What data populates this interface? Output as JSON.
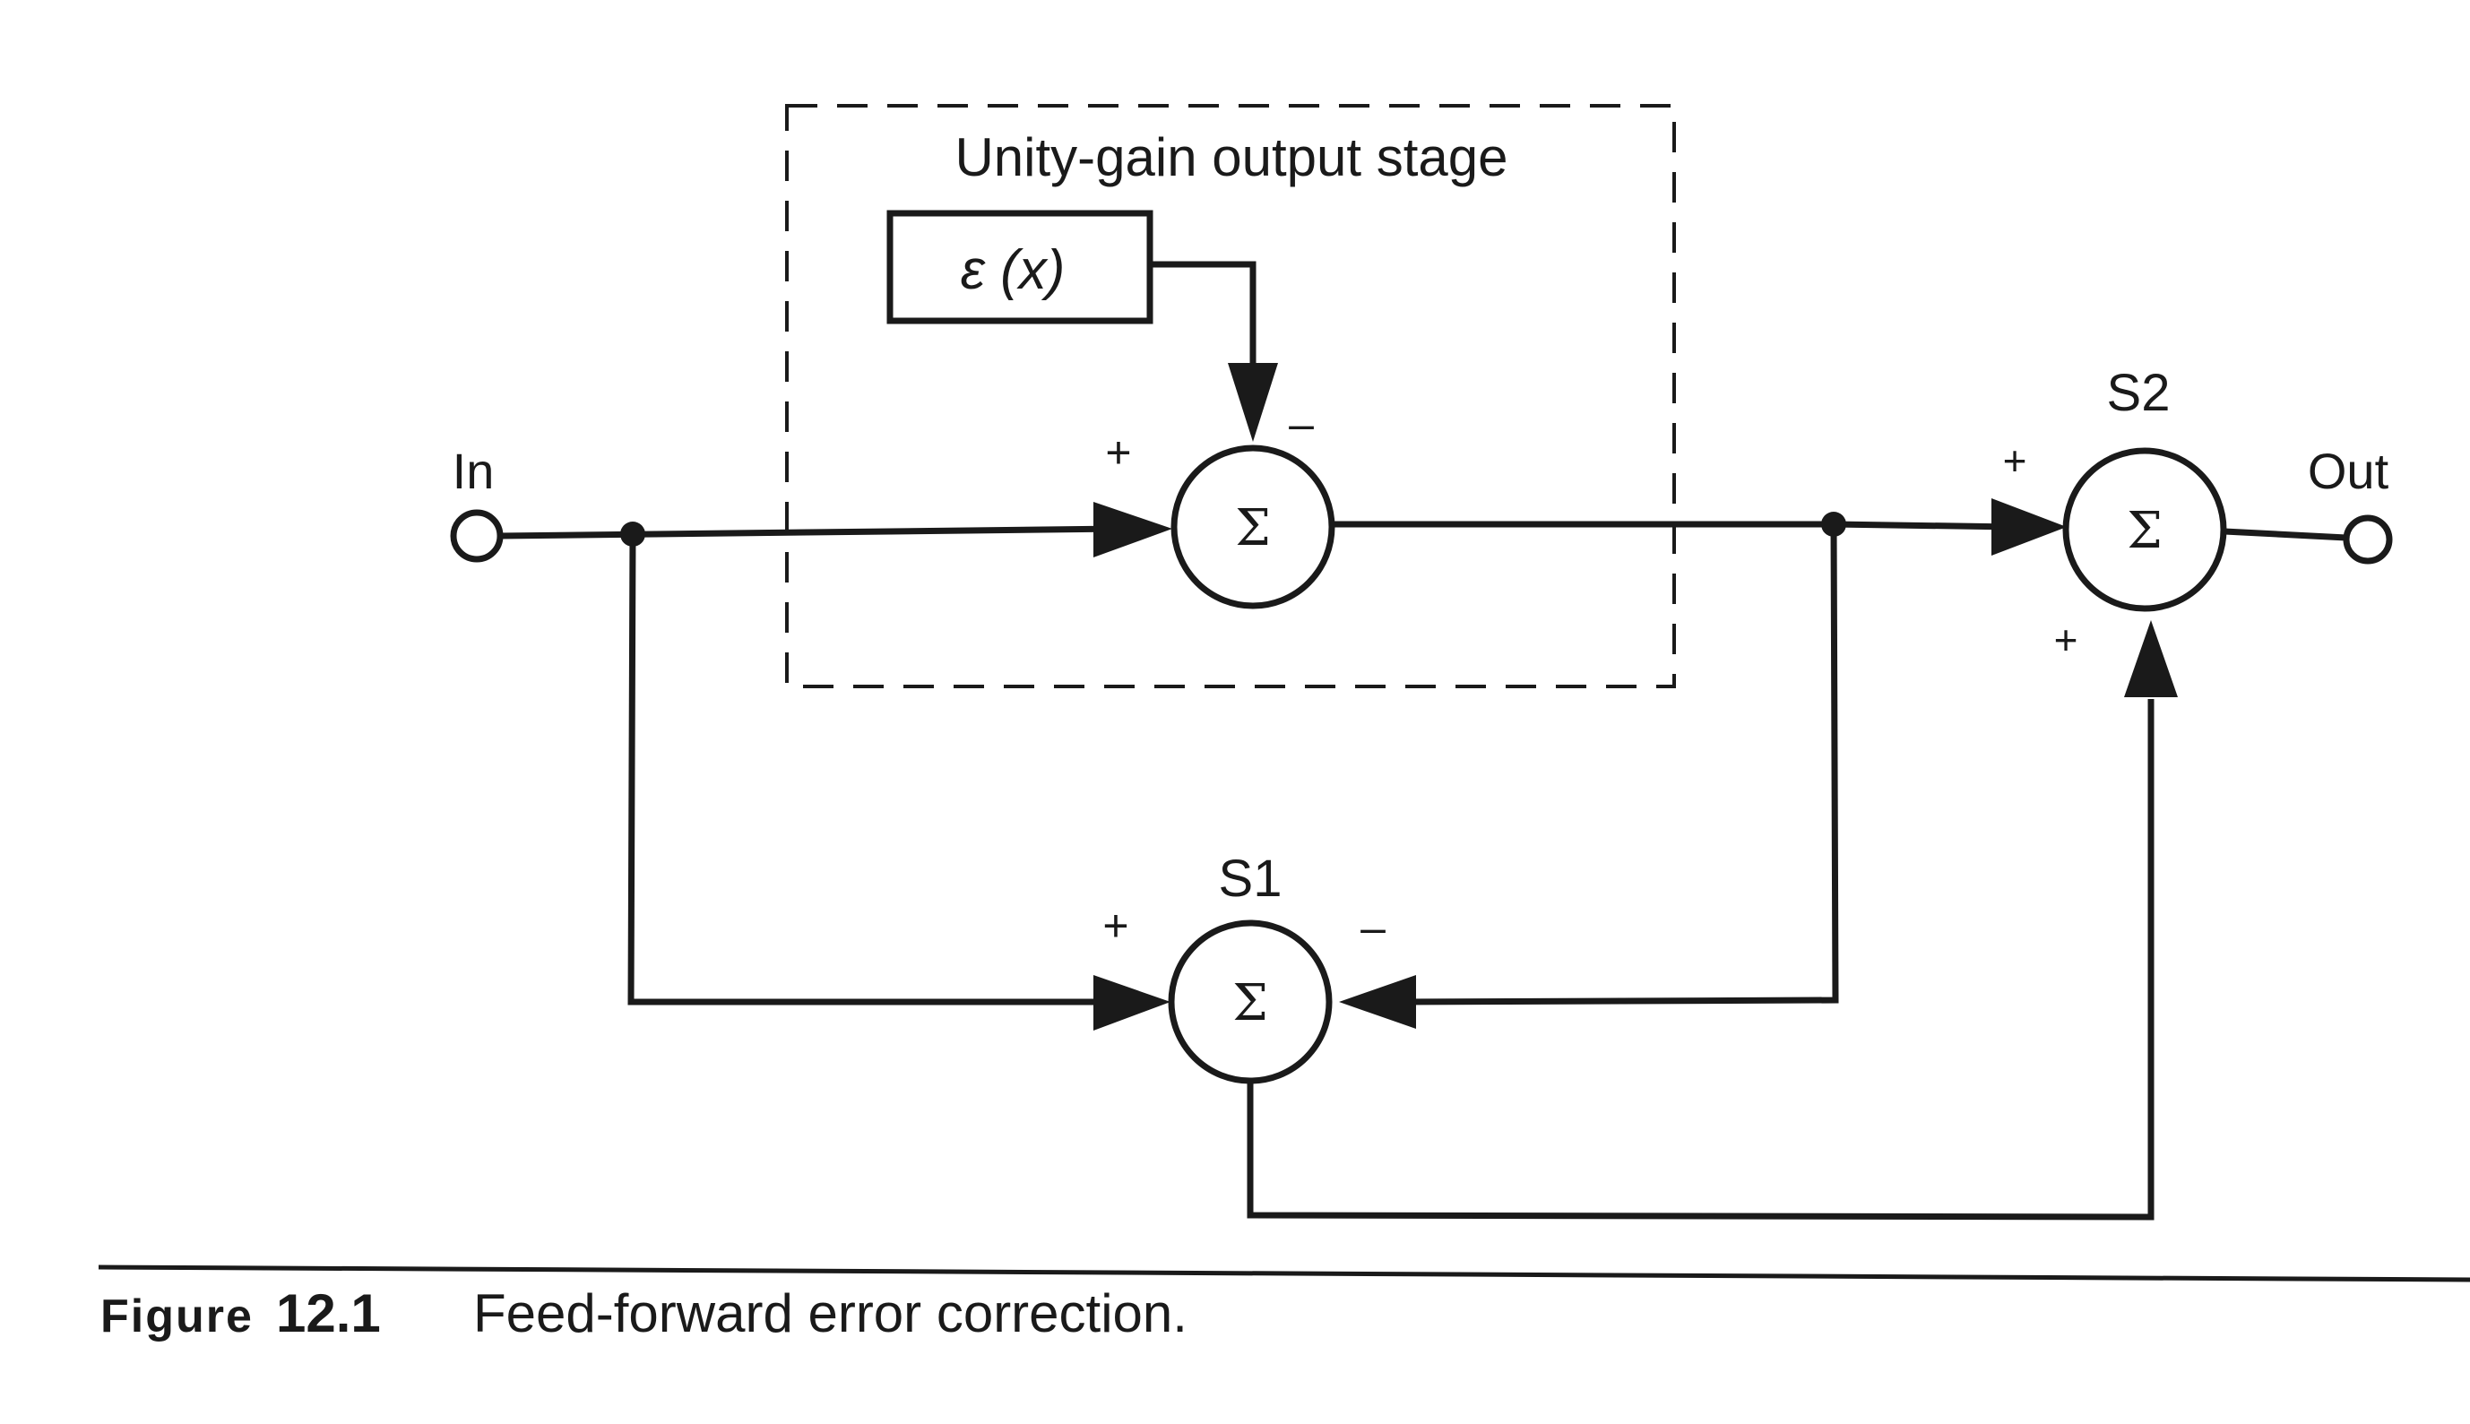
{
  "diagram": {
    "stage_label": "Unity-gain output stage",
    "error_block": "ε (x)",
    "input_label": "In",
    "output_label": "Out",
    "summer_symbol": "Σ",
    "summers": {
      "main": {
        "name": "",
        "sign_in": "+",
        "sign_side": "–"
      },
      "s1": {
        "name": "S1",
        "sign_in": "+",
        "sign_side": "–"
      },
      "s2": {
        "name": "S2",
        "sign_in": "+",
        "sign_side": "+"
      }
    }
  },
  "caption": {
    "word": "Figure",
    "number": "12.1",
    "text": "Feed-forward error correction."
  },
  "colors": {
    "ink": "#1a1a1a",
    "background": "#ffffff"
  }
}
